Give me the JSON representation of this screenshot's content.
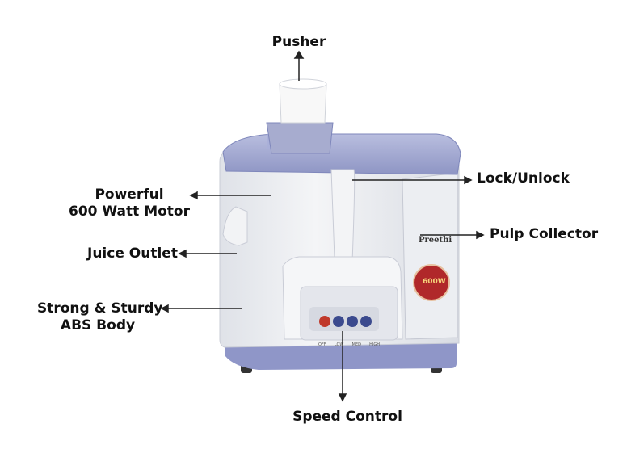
{
  "callouts": {
    "pusher": "Pusher",
    "lock": "Lock/Unlock",
    "motor_line1": "Powerful",
    "motor_line2": "600 Watt Motor",
    "pulp": "Pulp Collector",
    "outlet": "Juice Outlet",
    "body_line1": "Strong & Sturdy",
    "body_line2": "ABS Body",
    "speed": "Speed Control"
  },
  "product": {
    "brand": "Preethi",
    "badge": "600W",
    "switch_labels": [
      "OFF",
      "LOW",
      "MED",
      "HIGH"
    ]
  },
  "colors": {
    "body": "#eef0f3",
    "accent": "#8f96c8",
    "knob_red": "#c0392b",
    "knob_blue": "#3b4a8e"
  }
}
